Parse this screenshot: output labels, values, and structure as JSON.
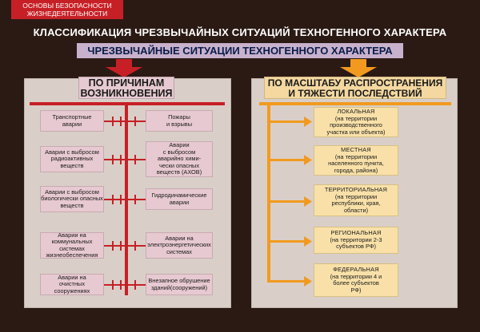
{
  "badge": {
    "line1": "ОСНОВЫ БЕЗОПАСНОСТИ",
    "line2": "ЖИЗНЕДЕЯТЕЛЬНОСТИ"
  },
  "title": "КЛАССИФИКАЦИЯ ЧРЕЗВЫЧАЙНЫХ СИТУАЦИЙ ТЕХНОГЕННОГО ХАРАКТЕРА",
  "subtitle": "ЧРЕЗВЫЧАЙНЫЕ СИТУАЦИИ ТЕХНОГЕННОГО ХАРАКТЕРА",
  "colors": {
    "background": "#2b1a14",
    "accent_red": "#c62026",
    "accent_orange": "#f29a1f"
  },
  "left_panel": {
    "header": {
      "line1": "ПО ПРИЧИНАМ",
      "line2": "ВОЗНИКНОВЕНИЯ"
    },
    "left_items": [
      [
        "Транспортные",
        "аварии"
      ],
      [
        "Аварии с выбросом",
        "радиоактивных",
        "веществ"
      ],
      [
        "Аварии с выбросом",
        "биологически опасных",
        "веществ"
      ],
      [
        "Аварии на",
        "коммунальных системах",
        "жизнеобеспечения"
      ],
      [
        "Аварии на",
        "очистных сооружениях"
      ]
    ],
    "right_items": [
      [
        "Пожары",
        "и взрывы"
      ],
      [
        "Аварии",
        "с выбросом",
        "аварийно хими-",
        "чески опасных",
        "веществ (АХОВ)"
      ],
      [
        "Гидродинамические",
        "аварии"
      ],
      [
        "Аварии на",
        "электроэнергетических",
        "системах"
      ],
      [
        "Внезапное обрушение",
        "зданий(сооружений)"
      ]
    ]
  },
  "right_panel": {
    "header": {
      "line1": "ПО МАСШТАБУ РАСПРОСТРАНЕНИЯ",
      "line2": "И ТЯЖЕСТИ ПОСЛЕДСТВИЙ"
    },
    "items": [
      {
        "name": "ЛОКАЛЬНАЯ",
        "desc": [
          "(на территории",
          "производственного",
          "участка или объекта)"
        ]
      },
      {
        "name": "МЕСТНАЯ",
        "desc": [
          "(на территории",
          "населенного пункта,",
          "города, района)"
        ]
      },
      {
        "name": "ТЕРРИТОРИАЛЬНАЯ",
        "desc": [
          "(на территории",
          "республики, края,",
          "области)"
        ]
      },
      {
        "name": "РЕГИОНАЛЬНАЯ",
        "desc": [
          "(на территории 2-3",
          "субъектов РФ)"
        ]
      },
      {
        "name": "ФЕДЕРАЛЬНАЯ",
        "desc": [
          "(на территории 4 и",
          "более субъектов",
          "РФ)"
        ]
      }
    ]
  }
}
